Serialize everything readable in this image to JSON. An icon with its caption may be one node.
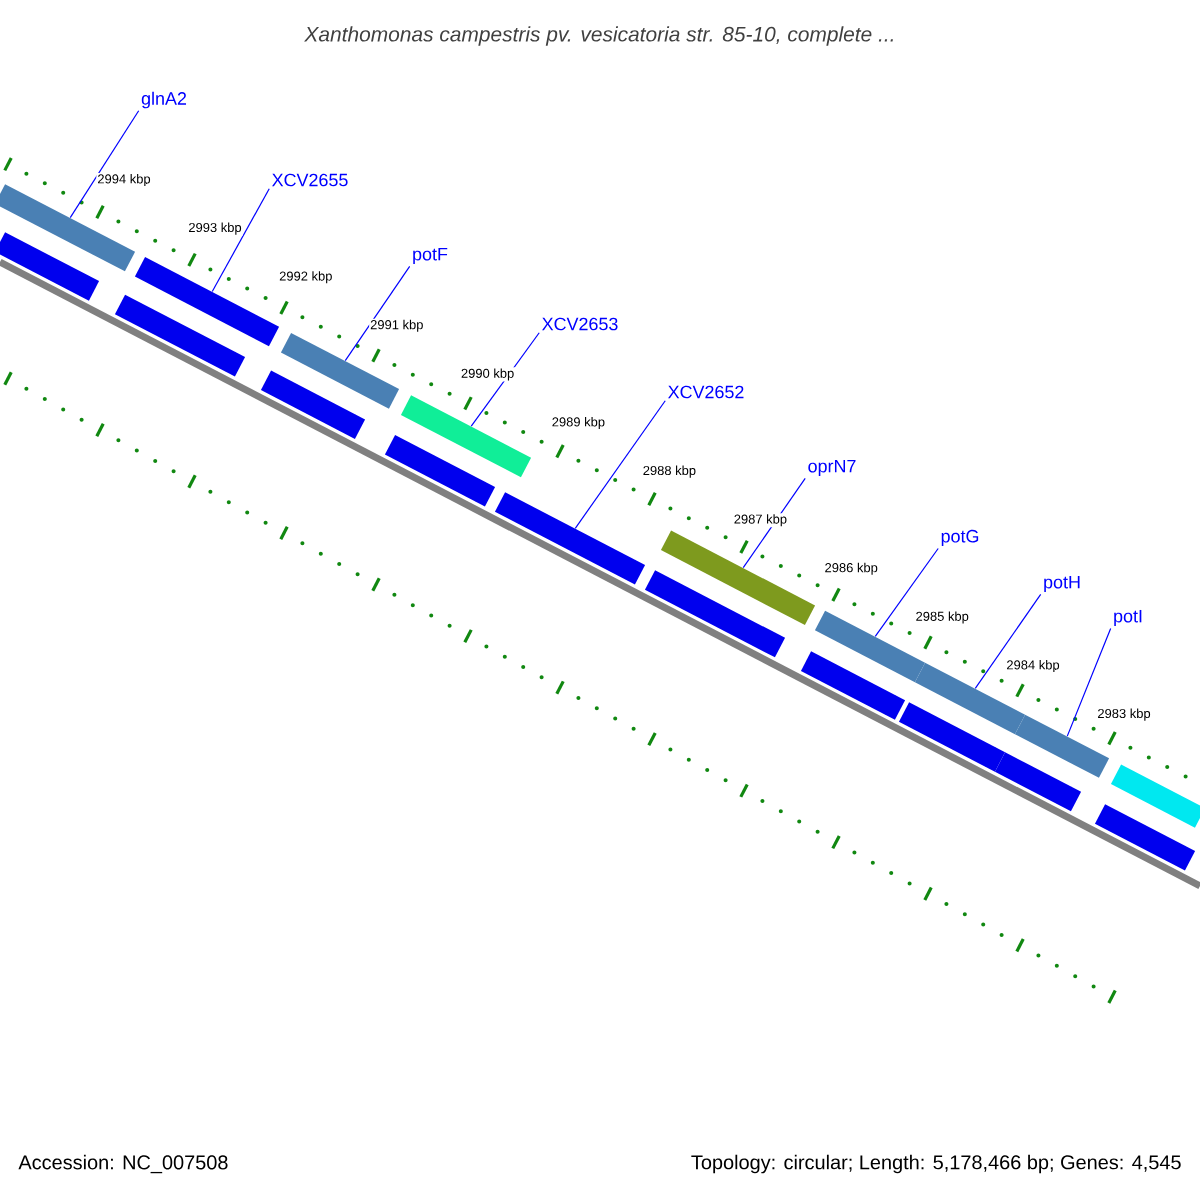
{
  "diagram": {
    "title": "Xanthomonas campestris pv. vesicatoria str. 85-10, complete ...",
    "nodes": [
      {
        "text": [
          "glnA2"
        ]
      },
      {
        "text": [
          "XCV2655"
        ]
      },
      {
        "text": [
          "potF"
        ]
      },
      {
        "text": [
          "XCV2653"
        ]
      },
      {
        "text": [
          "XCV2652"
        ]
      },
      {
        "text": [
          "oprN7"
        ]
      },
      {
        "text": [
          "potG"
        ]
      },
      {
        "text": [
          "potH"
        ]
      },
      {
        "text": [
          "potI"
        ]
      },
      {
        "text": [],
        "shape": "bar"
      },
      {
        "text": [],
        "shape": "bar"
      },
      {
        "text": [],
        "shape": "bar"
      },
      {
        "text": [],
        "shape": "bar"
      },
      {
        "text": [],
        "shape": "bar"
      },
      {
        "text": [],
        "shape": "bar"
      },
      {
        "text": [],
        "shape": "bar"
      },
      {
        "text": [],
        "shape": "bar"
      },
      {
        "text": [],
        "shape": "bar"
      },
      {
        "text": [],
        "shape": "bar"
      },
      {
        "text": [],
        "shape": "bar"
      },
      {
        "text": [],
        "shape": "bar"
      },
      {
        "text": [],
        "shape": "bar"
      },
      {
        "text": [],
        "shape": "bar"
      },
      {
        "text": [],
        "shape": "bar"
      },
      {
        "text": [],
        "shape": "bar"
      },
      {
        "text": [],
        "shape": "bar"
      },
      {
        "text": [],
        "shape": "bar"
      },
      {
        "text": [],
        "shape": "bar"
      }
    ],
    "edges": [
      {
        "from": 0,
        "to": 9,
        "arrow": "none"
      },
      {
        "from": 1,
        "to": 10,
        "arrow": "none"
      },
      {
        "from": 2,
        "to": 11,
        "arrow": "none"
      },
      {
        "from": 3,
        "to": 12,
        "arrow": "none"
      },
      {
        "from": 4,
        "to": 13,
        "arrow": "none"
      },
      {
        "from": 5,
        "to": 14,
        "arrow": "none"
      },
      {
        "from": 6,
        "to": 15,
        "arrow": "none"
      },
      {
        "from": 7,
        "to": 16,
        "arrow": "none"
      },
      {
        "from": 8,
        "to": 17,
        "arrow": "none"
      }
    ],
    "labels": [
      "2994 kbp",
      "2993 kbp",
      "2992 kbp",
      "2991 kbp",
      "2990 kbp",
      "2989 kbp",
      "2988 kbp",
      "2987 kbp",
      "2986 kbp",
      "2985 kbp",
      "2984 kbp",
      "2983 kbp",
      "Accession: NC_007508",
      "Topology: circular; Length: 5,178,466 bp; Genes: 4,545"
    ]
  }
}
